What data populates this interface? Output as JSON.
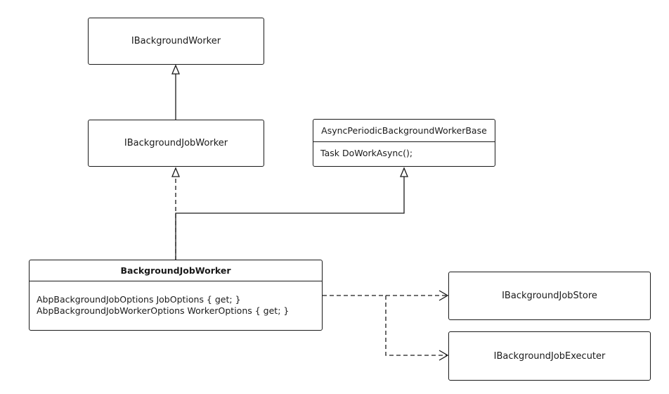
{
  "classes": {
    "ibackground_worker": {
      "name": "IBackgroundWorker"
    },
    "ibackground_job_worker": {
      "name": "IBackgroundJobWorker"
    },
    "async_periodic_base": {
      "name": "AsyncPeriodicBackgroundWorkerBase",
      "methods": [
        "Task DoWorkAsync();"
      ]
    },
    "background_job_worker": {
      "name": "BackgroundJobWorker",
      "properties": [
        "AbpBackgroundJobOptions JobOptions { get; }",
        "AbpBackgroundJobWorkerOptions WorkerOptions { get; }"
      ]
    },
    "ibackground_job_store": {
      "name": "IBackgroundJobStore"
    },
    "ibackground_job_executer": {
      "name": "IBackgroundJobExecuter"
    }
  },
  "relations": [
    {
      "from": "IBackgroundJobWorker",
      "to": "IBackgroundWorker",
      "kind": "generalization"
    },
    {
      "from": "BackgroundJobWorker",
      "to": "IBackgroundJobWorker",
      "kind": "realization"
    },
    {
      "from": "BackgroundJobWorker",
      "to": "AsyncPeriodicBackgroundWorkerBase",
      "kind": "generalization"
    },
    {
      "from": "BackgroundJobWorker",
      "to": "IBackgroundJobStore",
      "kind": "dependency"
    },
    {
      "from": "BackgroundJobWorker",
      "to": "IBackgroundJobExecuter",
      "kind": "dependency"
    }
  ]
}
